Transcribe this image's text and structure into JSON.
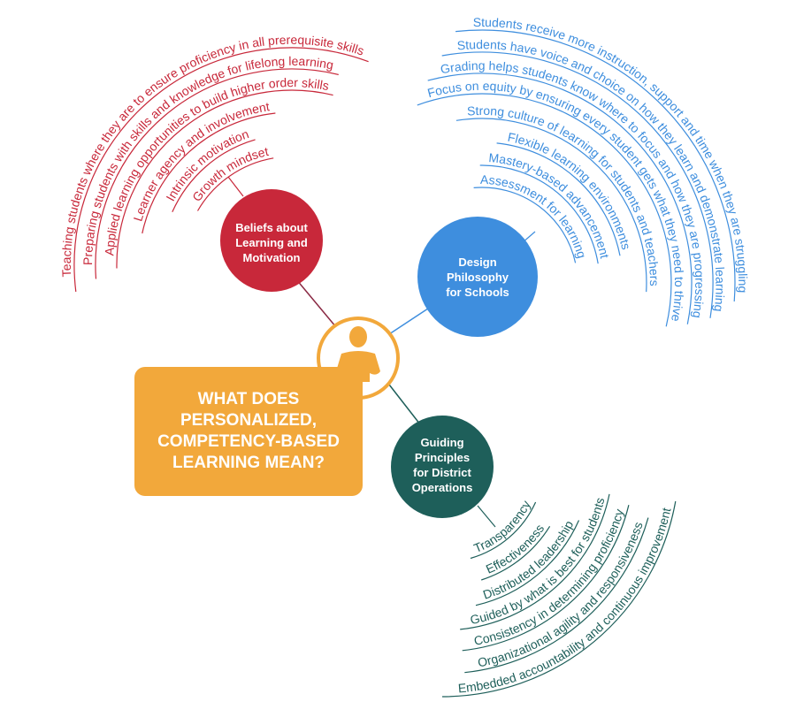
{
  "title": "WHAT DOES PERSONALIZED, COMPETENCY-BASED LEARNING MEAN?",
  "colors": {
    "orange": "#f2a83b",
    "red": "#c8283a",
    "blue": "#3e8ede",
    "green": "#1e5f5a"
  },
  "center_icon": "person-icon",
  "groups": [
    {
      "key": "beliefs",
      "color": "#c8283a",
      "label_lines": [
        "Beliefs about",
        "Learning and",
        "Motivation"
      ],
      "items": [
        "Teaching students where they are to ensure proficiency in all prerequisite skills",
        "Preparing students with skills and knowledge for lifelong learning",
        "Applied learning opportunities to build higher order skills",
        "Learner agency and involvement",
        "Intrinsic motivation",
        "Growth mindset"
      ]
    },
    {
      "key": "design",
      "color": "#3e8ede",
      "label_lines": [
        "Design",
        "Philosophy",
        "for Schools"
      ],
      "items": [
        "Students receive more instruction, support and time when they are struggling",
        "Students have voice and choice on how they learn and demonstrate learning",
        "Grading helps students know where to focus and how they are progressing",
        "Focus on equity by ensuring every student gets what they need to thrive",
        "Strong culture of learning for students and teachers",
        "Flexible learning environments",
        "Mastery-based advancement",
        "Assessment for learning"
      ]
    },
    {
      "key": "guiding",
      "color": "#1e5f5a",
      "label_lines": [
        "Guiding",
        "Principles",
        "for District",
        "Operations"
      ],
      "items": [
        "Transparency",
        "Effectiveness",
        "Distributed leadership",
        "Guided by what is best for students",
        "Consistency in determining proficiency",
        "Organizational agility and responsiveness",
        "Embedded accountability and continuous improvement"
      ]
    }
  ]
}
